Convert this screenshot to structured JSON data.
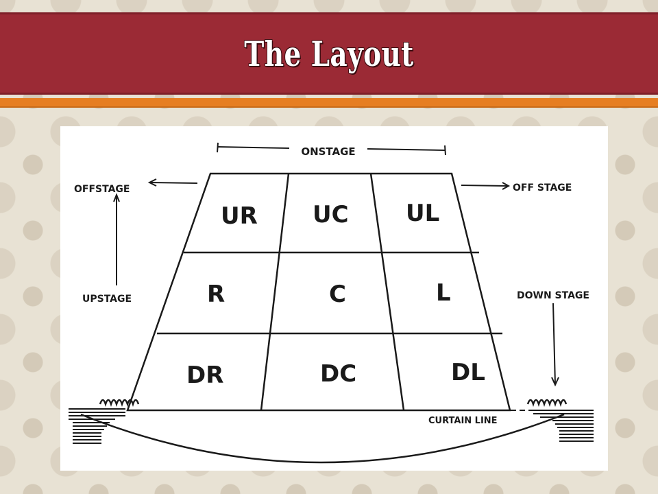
{
  "slide": {
    "title": "The Layout",
    "accent_color": "#9b2a35",
    "stripe_color": "#e67e22"
  },
  "diagram": {
    "labels": {
      "onstage": "ONSTAGE",
      "offstage_left": "OFFSTAGE",
      "offstage_right": "OFF STAGE",
      "upstage": "UPSTAGE",
      "downstage": "DOWN STAGE",
      "curtain_line": "CURTAIN LINE"
    },
    "areas": {
      "ur": "UR",
      "uc": "UC",
      "ul": "UL",
      "r": "R",
      "c": "C",
      "l": "L",
      "dr": "DR",
      "dc": "DC",
      "dl": "DL"
    }
  }
}
